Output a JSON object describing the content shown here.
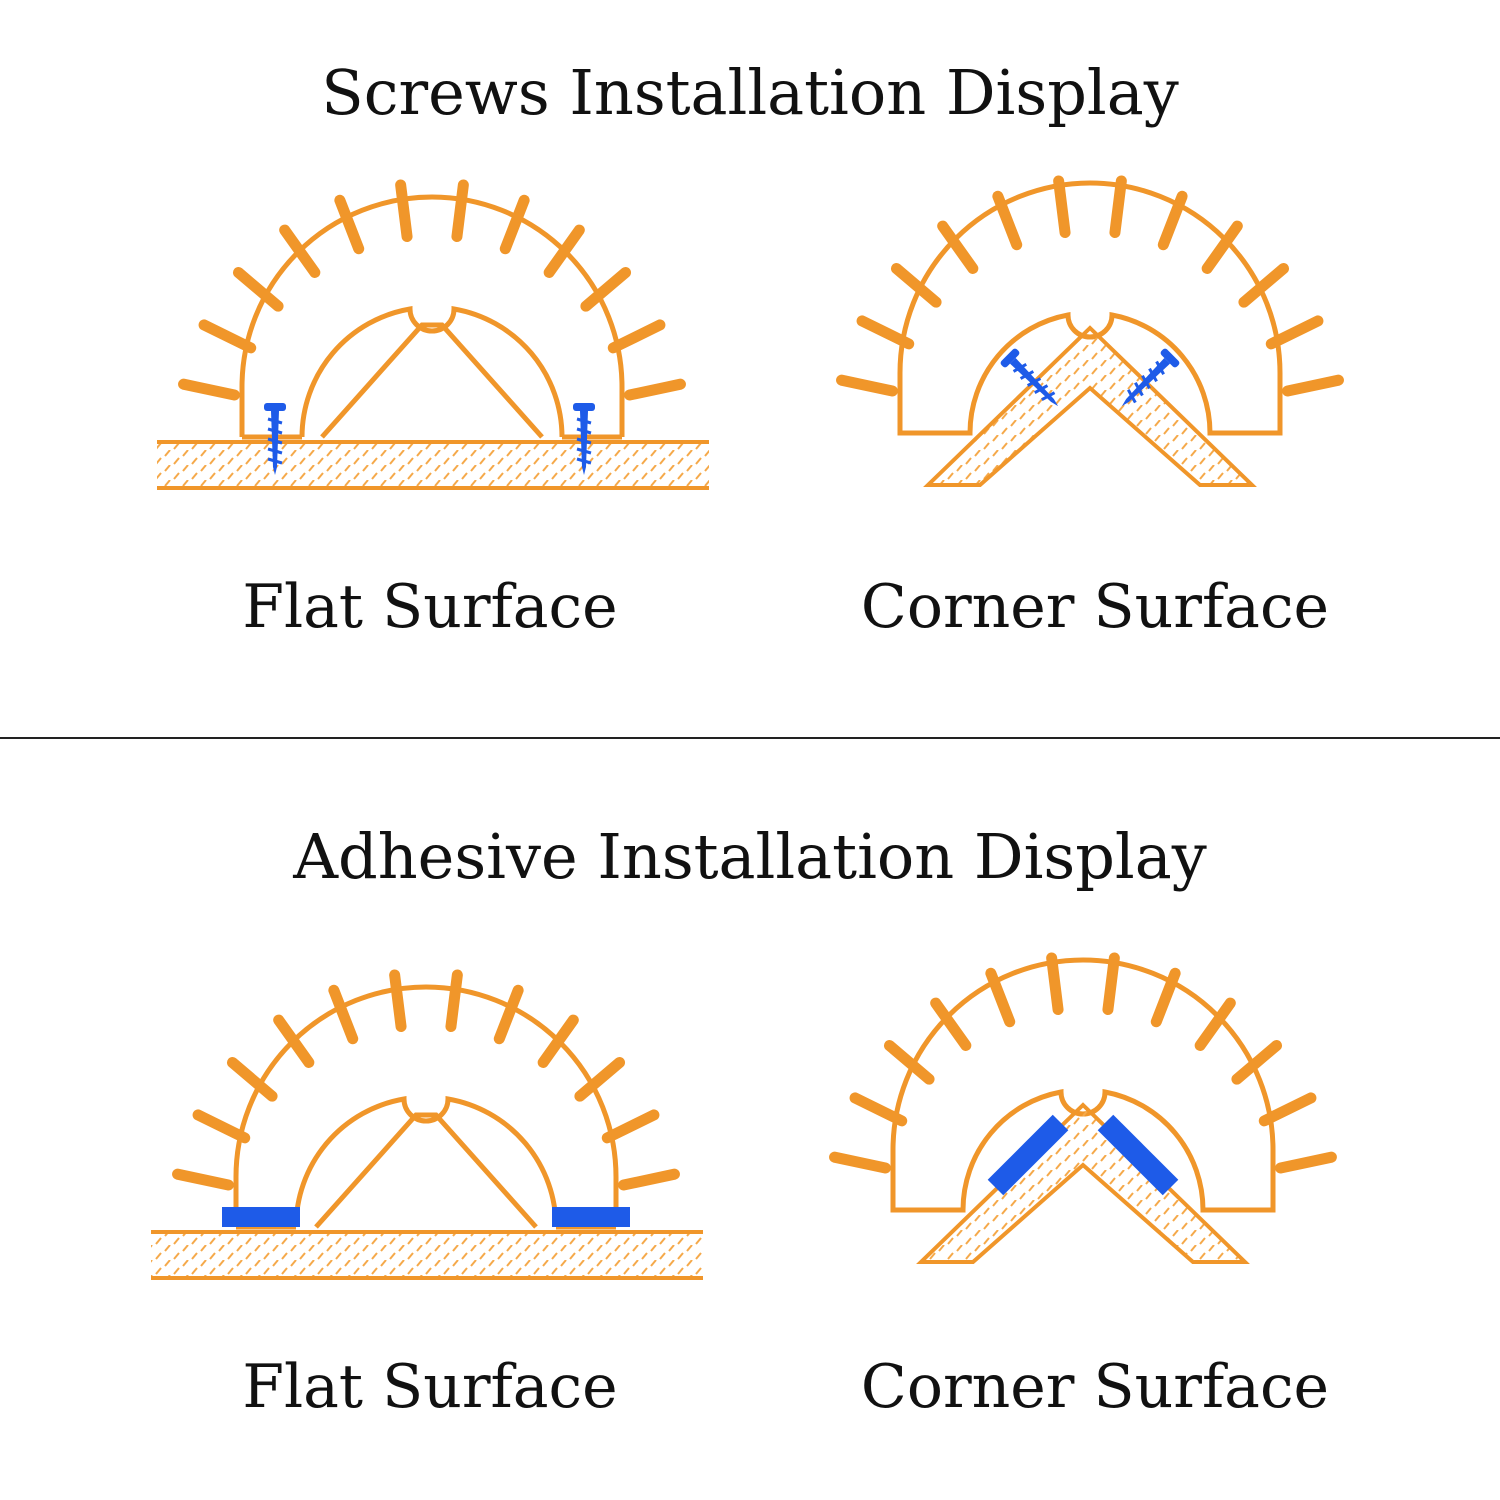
{
  "sections": [
    {
      "title": "Screws Installation Display",
      "method": "screws",
      "panels": [
        {
          "label": "Flat Surface",
          "surface": "flat"
        },
        {
          "label": "Corner Surface",
          "surface": "corner"
        }
      ]
    },
    {
      "title": "Adhesive Installation Display",
      "method": "adhesive",
      "panels": [
        {
          "label": "Flat Surface",
          "surface": "flat"
        },
        {
          "label": "Corner Surface",
          "surface": "corner"
        }
      ]
    }
  ],
  "colors": {
    "outline": "#F0962A",
    "fastener": "#1E5BE8",
    "hatch": "#F5A94A",
    "text": "#111111",
    "divider": "#222222",
    "background": "#FFFFFF"
  }
}
